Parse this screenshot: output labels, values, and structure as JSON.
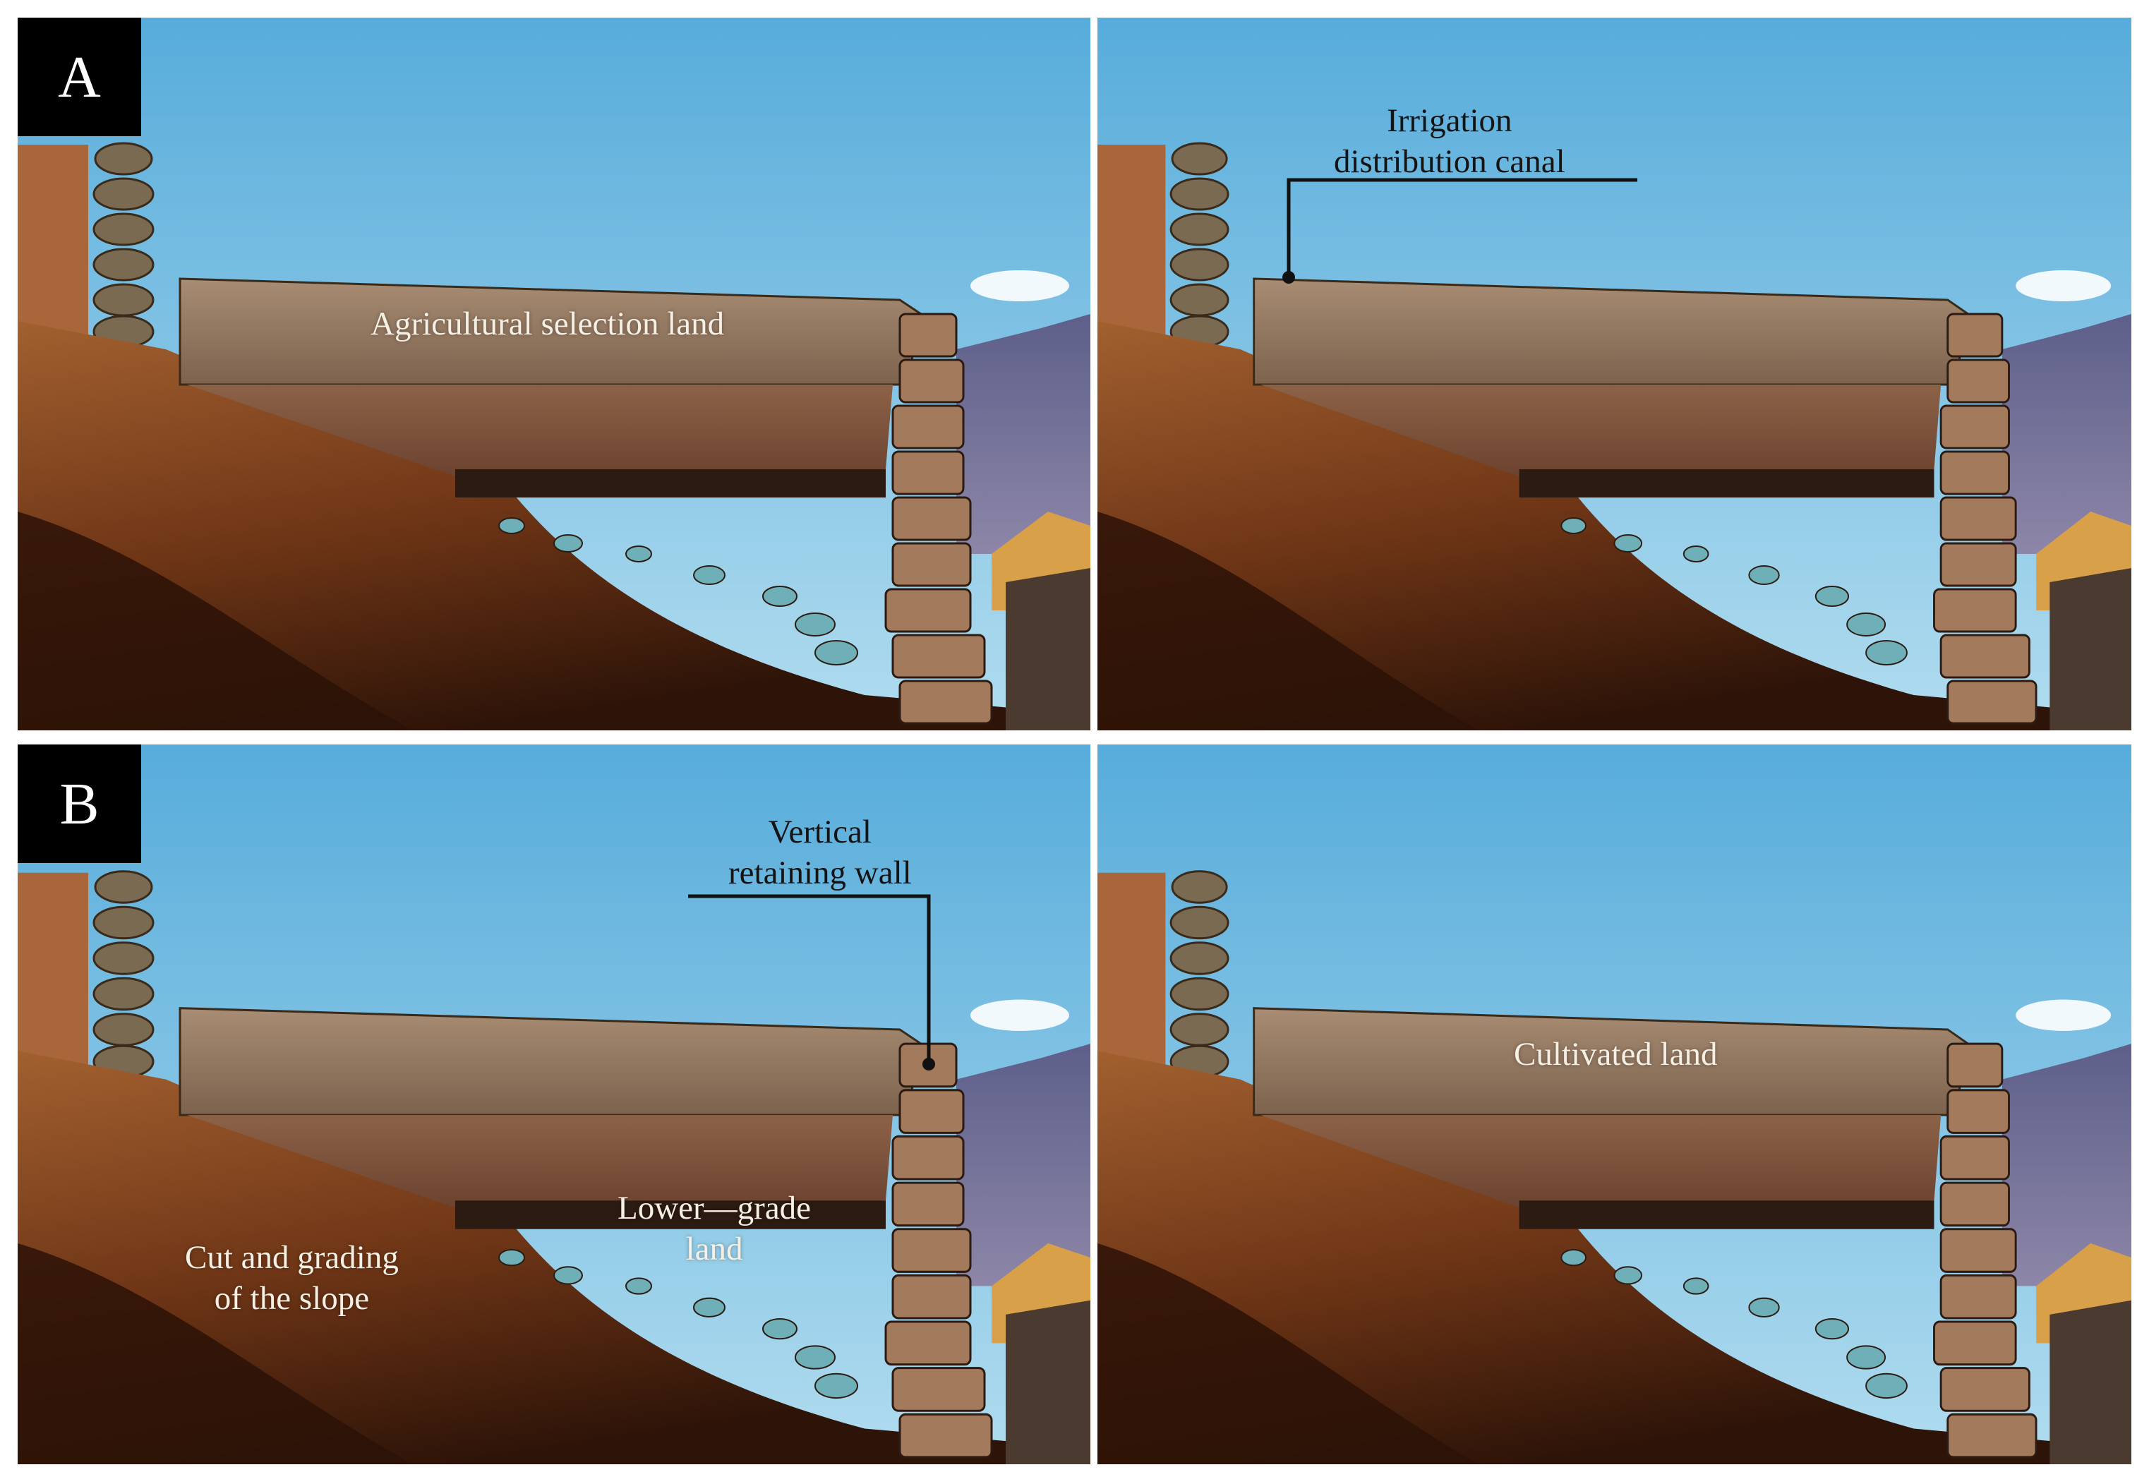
{
  "panel_labels": {
    "a": "A",
    "b": "B"
  },
  "labels": {
    "agricultural_selection_land": "Agricultural selection land",
    "irrigation_canal_line1": "Irrigation",
    "irrigation_canal_line2": "distribution canal",
    "vertical_wall_line1": "Vertical",
    "vertical_wall_line2": "retaining wall",
    "lower_grade_line1": "Lower—grade",
    "lower_grade_line2": "land",
    "cut_grading_line1": "Cut and grading",
    "cut_grading_line2": "of the slope",
    "cultivated_land": "Cultivated land"
  },
  "colors": {
    "frame": "#000000",
    "sky_top": "#5aaedb",
    "sky_bottom": "#a9d9ef",
    "soil_light": "#9a5a2e",
    "soil_dark": "#3a1a0b",
    "terrace_top": "#9c8068",
    "stone": "#8c6b52",
    "gravel": "#6fb0b8"
  }
}
